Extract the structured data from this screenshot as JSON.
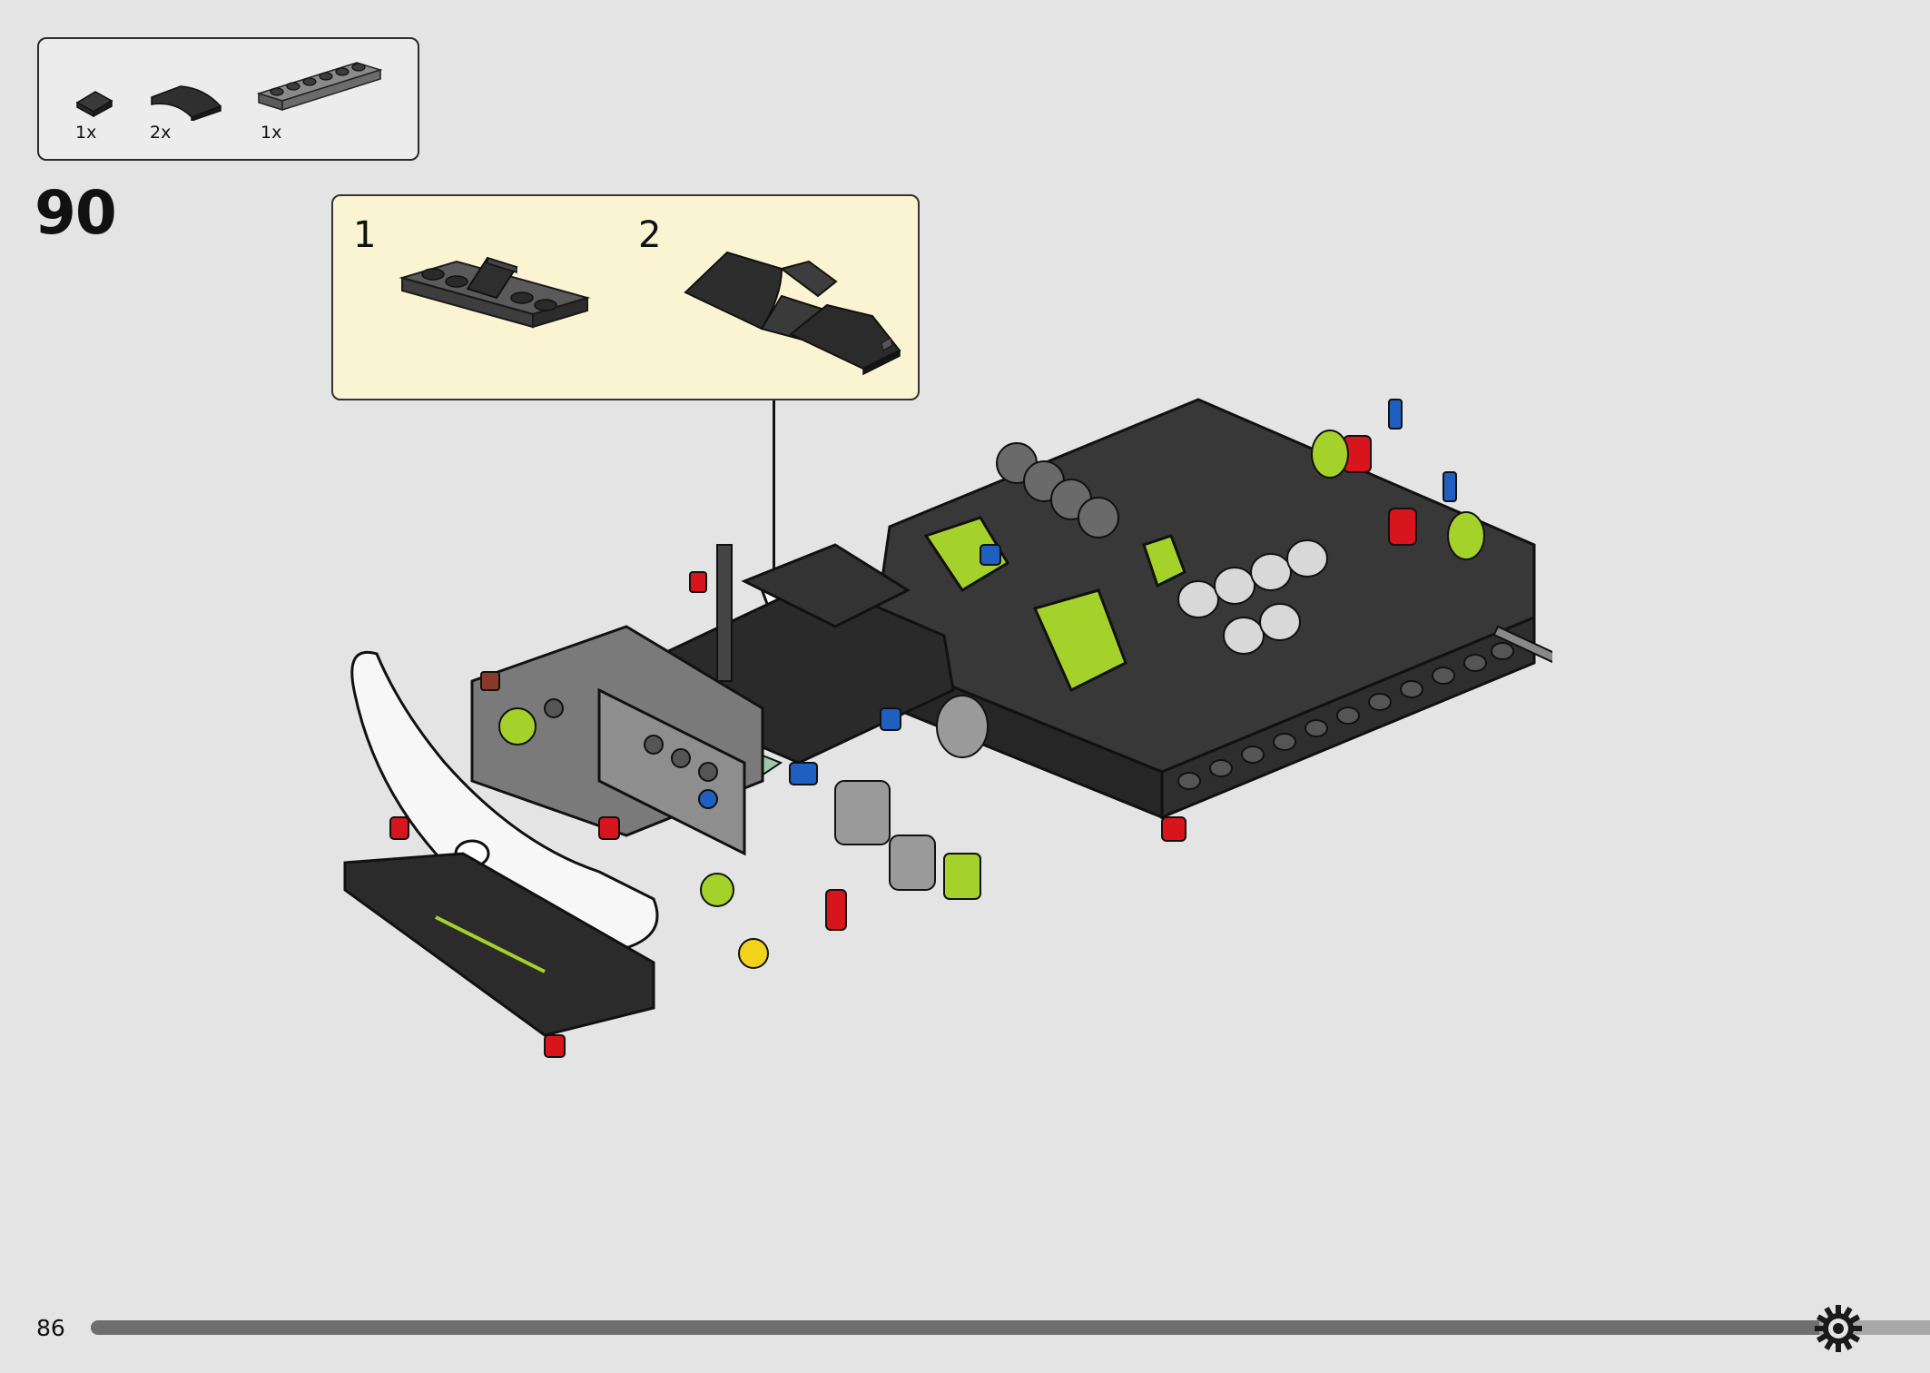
{
  "parts_list": [
    {
      "name": "slope-1x1-dark-gray",
      "quantity": "1x"
    },
    {
      "name": "curved-slope-1x2-black",
      "quantity": "2x"
    },
    {
      "name": "plate-1x6-dark-gray",
      "quantity": "1x"
    }
  ],
  "step": {
    "number": "90"
  },
  "sub_assembly": {
    "steps": [
      {
        "number": "1"
      },
      {
        "number": "2"
      }
    ]
  },
  "page": {
    "number": "86"
  },
  "progress": {
    "fraction": 0.94
  },
  "colors": {
    "background": "#e4e4e4",
    "sub_assembly_background": "#fbf4d2",
    "lime_accent": "#a5d22a",
    "red_accent": "#d8141c",
    "blue_accent": "#1f5fbf",
    "dark_part": "#2b2b2b"
  },
  "icons": [
    "gear-icon",
    "callout-arrow-icon"
  ]
}
